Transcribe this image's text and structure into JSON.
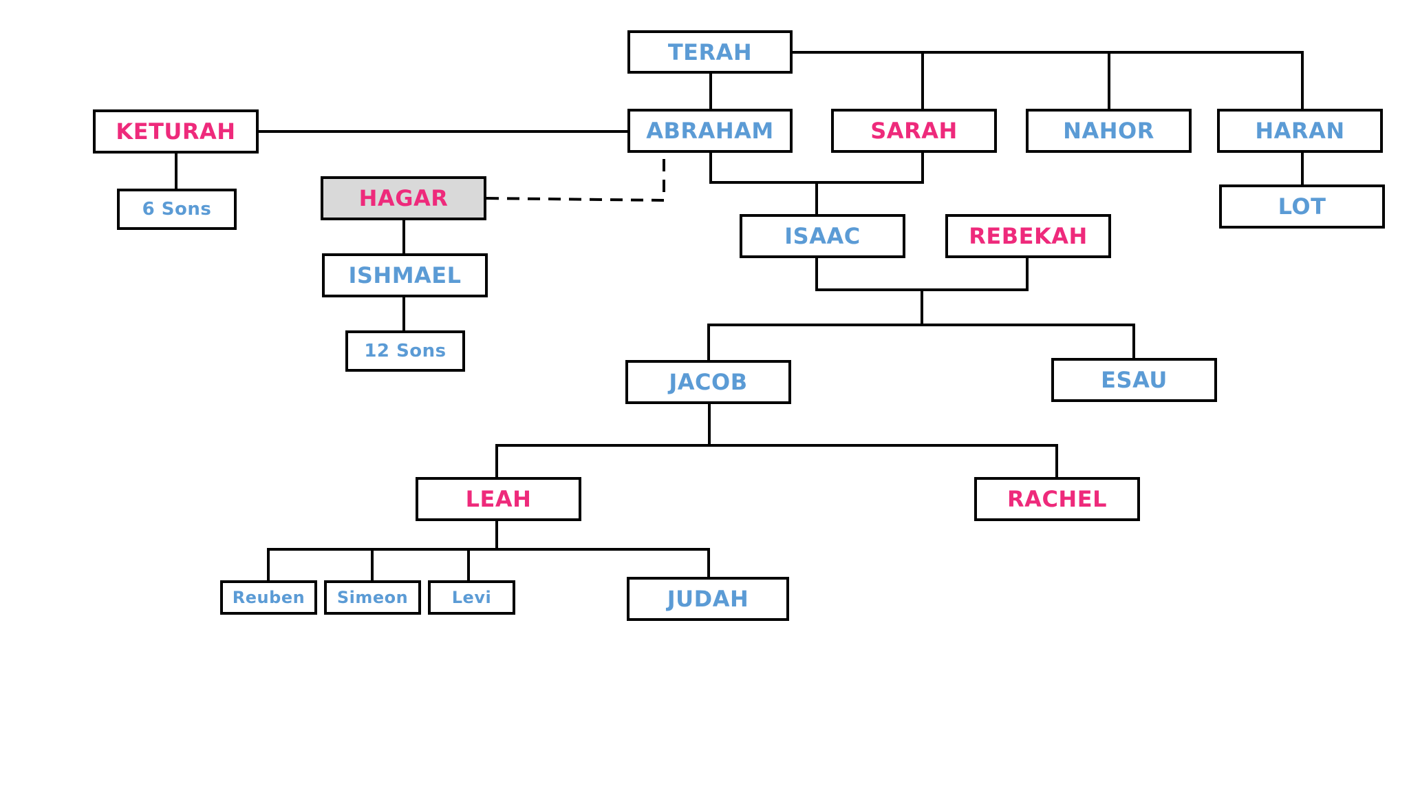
{
  "colors": {
    "male": "#5b9bd5",
    "female": "#ee2a7b",
    "line": "#000000",
    "shaded_fill": "#d9d9d9"
  },
  "nodes": {
    "terah": {
      "label": "TERAH",
      "gender": "male"
    },
    "abraham": {
      "label": "ABRAHAM",
      "gender": "male"
    },
    "sarah": {
      "label": "SARAH",
      "gender": "female"
    },
    "nahor": {
      "label": "NAHOR",
      "gender": "male"
    },
    "haran": {
      "label": "HARAN",
      "gender": "male"
    },
    "keturah": {
      "label": "KETURAH",
      "gender": "female"
    },
    "six_sons": {
      "label": "6 Sons",
      "gender": "male"
    },
    "hagar": {
      "label": "HAGAR",
      "gender": "female"
    },
    "ishmael": {
      "label": "ISHMAEL",
      "gender": "male"
    },
    "twelve_sons": {
      "label": "12 Sons",
      "gender": "male"
    },
    "lot": {
      "label": "LOT",
      "gender": "male"
    },
    "isaac": {
      "label": "ISAAC",
      "gender": "male"
    },
    "rebekah": {
      "label": "REBEKAH",
      "gender": "female"
    },
    "jacob": {
      "label": "JACOB",
      "gender": "male"
    },
    "esau": {
      "label": "ESAU",
      "gender": "male"
    },
    "leah": {
      "label": "LEAH",
      "gender": "female"
    },
    "rachel": {
      "label": "RACHEL",
      "gender": "female"
    },
    "reuben": {
      "label": "Reuben",
      "gender": "male"
    },
    "simeon": {
      "label": "Simeon",
      "gender": "male"
    },
    "levi": {
      "label": "Levi",
      "gender": "male"
    },
    "judah": {
      "label": "JUDAH",
      "gender": "male"
    }
  },
  "edges": [
    {
      "from": "terah",
      "to": "abraham",
      "style": "solid"
    },
    {
      "from": "terah",
      "to": "sarah",
      "style": "solid"
    },
    {
      "from": "terah",
      "to": "nahor",
      "style": "solid"
    },
    {
      "from": "terah",
      "to": "haran",
      "style": "solid"
    },
    {
      "from": "keturah",
      "to": "abraham",
      "style": "solid"
    },
    {
      "from": "keturah",
      "to": "six_sons",
      "style": "solid"
    },
    {
      "from": "hagar",
      "to": "abraham",
      "style": "dashed"
    },
    {
      "from": "hagar",
      "to": "ishmael",
      "style": "solid"
    },
    {
      "from": "ishmael",
      "to": "twelve_sons",
      "style": "solid"
    },
    {
      "from": "haran",
      "to": "lot",
      "style": "solid"
    },
    {
      "from": "abraham",
      "to": "isaac",
      "style": "solid"
    },
    {
      "from": "sarah",
      "to": "isaac",
      "style": "solid"
    },
    {
      "from": "isaac",
      "to": "jacob",
      "style": "solid"
    },
    {
      "from": "rebekah",
      "to": "jacob",
      "style": "solid"
    },
    {
      "from": "isaac",
      "to": "esau",
      "style": "solid"
    },
    {
      "from": "jacob",
      "to": "leah",
      "style": "solid"
    },
    {
      "from": "jacob",
      "to": "rachel",
      "style": "solid"
    },
    {
      "from": "leah",
      "to": "reuben",
      "style": "solid"
    },
    {
      "from": "leah",
      "to": "simeon",
      "style": "solid"
    },
    {
      "from": "leah",
      "to": "levi",
      "style": "solid"
    },
    {
      "from": "leah",
      "to": "judah",
      "style": "solid"
    }
  ]
}
